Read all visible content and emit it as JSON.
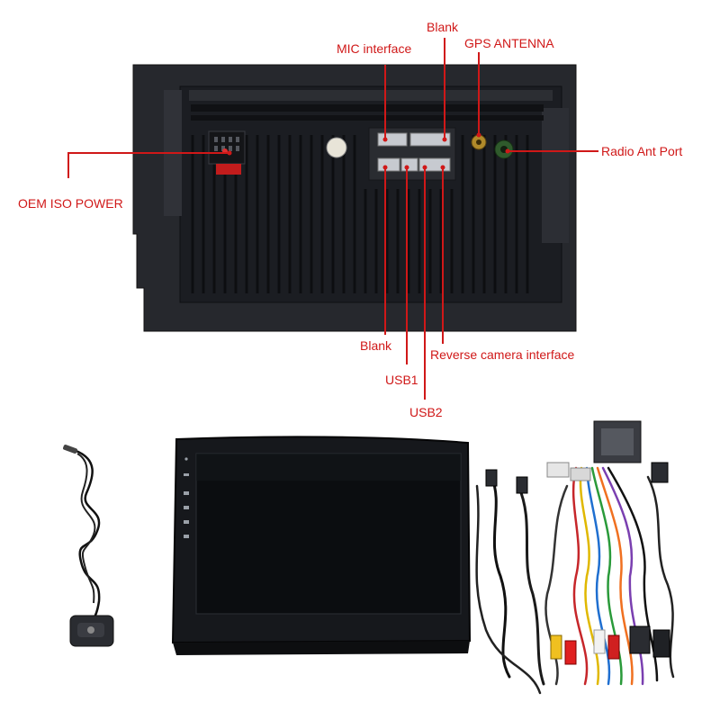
{
  "colors": {
    "callout": "#d01818",
    "unit_body": "#1d1f24",
    "unit_frame": "#2a2c31",
    "screen": "#0b0d10",
    "connector": "#b9bcc2",
    "background": "#ffffff"
  },
  "callouts": {
    "blank_top": "Blank",
    "gps_antenna": "GPS ANTENNA",
    "mic_interface": "MIC interface",
    "radio_ant_port": "Radio Ant Port",
    "oem_iso_power": "OEM ISO POWER",
    "blank_bottom": "Blank",
    "reverse_camera": "Reverse camera interface",
    "usb1": "USB1",
    "usb2": "USB2"
  },
  "package_items": [
    {
      "name": "GPS antenna",
      "icon": "gps-antenna-icon"
    },
    {
      "name": "Head unit",
      "icon": "head-unit-icon"
    },
    {
      "name": "Wiring harness",
      "icon": "wiring-harness-icon"
    }
  ]
}
